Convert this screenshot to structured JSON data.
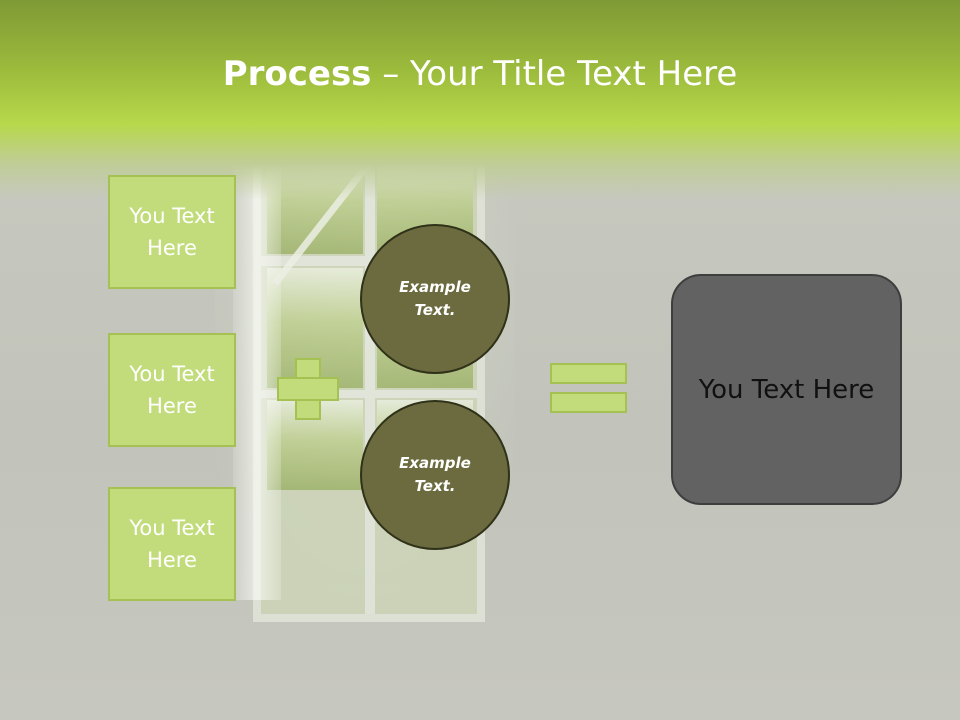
{
  "title": {
    "bold": "Process",
    "rest": " – Your Title Text Here"
  },
  "boxes": [
    {
      "label": "You Text\nHere"
    },
    {
      "label": "You Text\nHere"
    },
    {
      "label": "You Text\nHere"
    }
  ],
  "circles": [
    {
      "label": "Example\nText."
    },
    {
      "label": "Example\nText."
    }
  ],
  "result": {
    "label": "You Text Here"
  },
  "colors": {
    "header_green": "#b7d84b",
    "box_fill": "#c2dc7c",
    "circle_fill": "#6b6b3f",
    "result_fill": "#626262"
  }
}
